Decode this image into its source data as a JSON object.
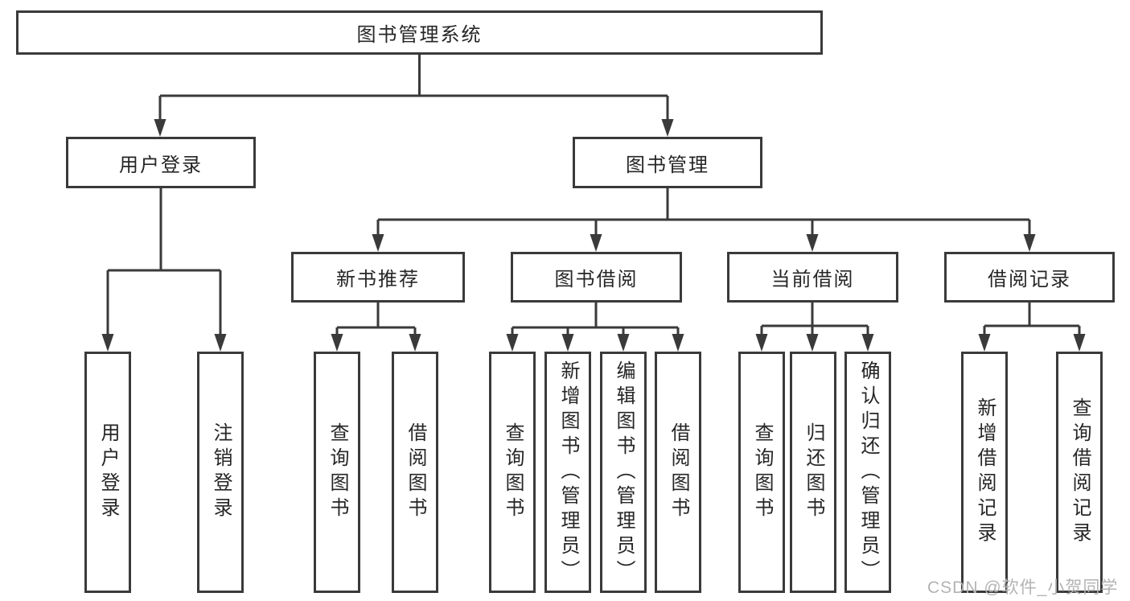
{
  "tree": {
    "root": {
      "label": "图书管理系统"
    },
    "level2": [
      {
        "label": "用户登录",
        "children": [
          "用户登录",
          "注销登录"
        ]
      },
      {
        "label": "图书管理",
        "children": [
          {
            "label": "新书推荐",
            "children": [
              "查询图书",
              "借阅图书"
            ]
          },
          {
            "label": "图书借阅",
            "children": [
              "查询图书",
              "新增图书（管理员）",
              "编辑图书（管理员）",
              "借阅图书"
            ]
          },
          {
            "label": "当前借阅",
            "children": [
              "查询图书",
              "归还图书",
              "确认归还（管理员）"
            ]
          },
          {
            "label": "借阅记录",
            "children": [
              "新增借阅记录",
              "查询借阅记录"
            ]
          }
        ]
      }
    ]
  },
  "watermark": "CSDN @软件_小贺同学",
  "colors": {
    "line": "#3a3a3a",
    "box_border": "#3a3a3a",
    "box_fill": "#ffffff",
    "text": "#262626",
    "watermark": "#b3b3b3"
  }
}
